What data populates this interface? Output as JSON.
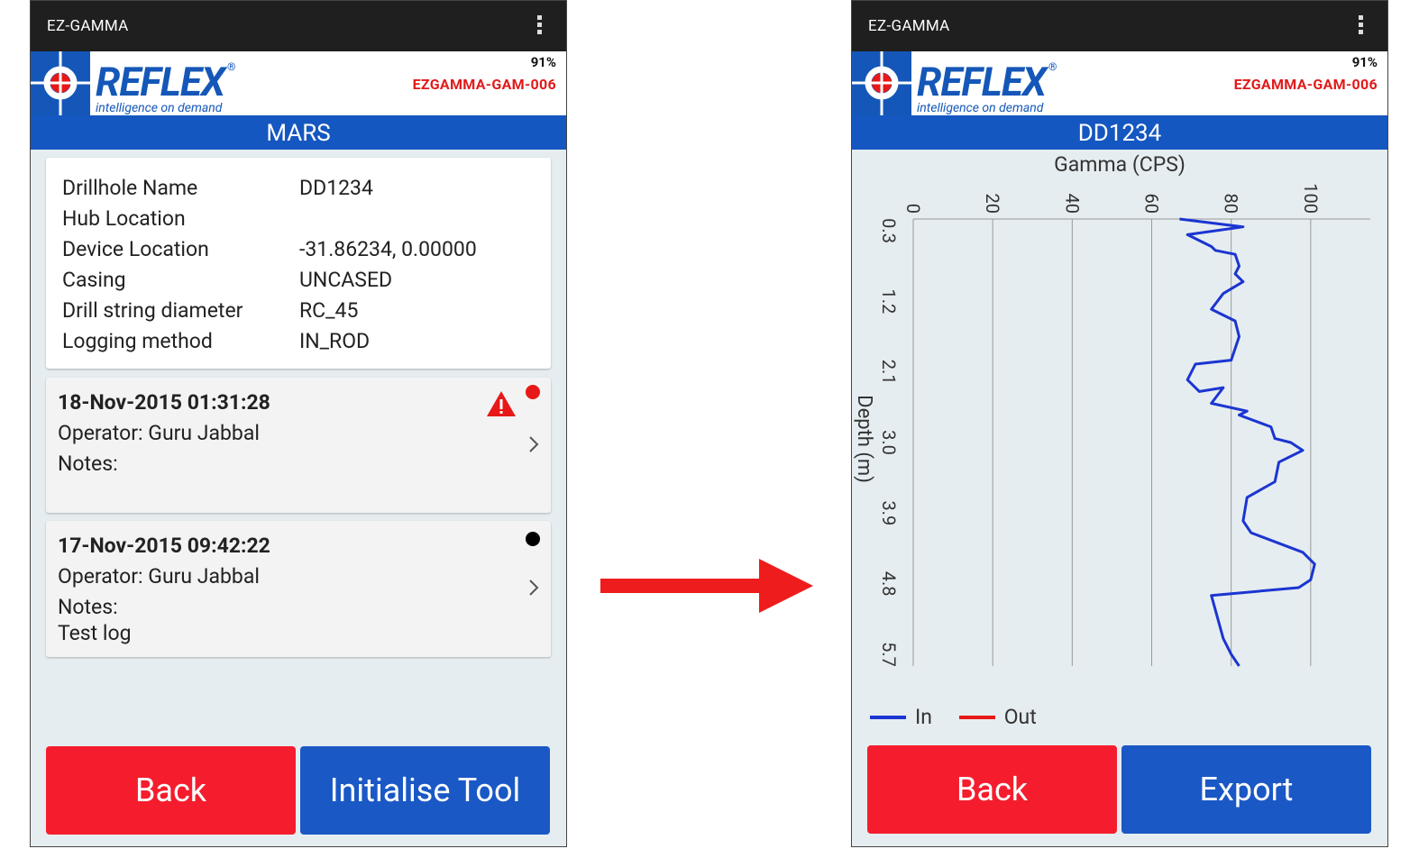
{
  "left": {
    "app_title": "EZ-GAMMA",
    "brand": {
      "name": "REFLEX",
      "reg": "®",
      "tagline": "intelligence on demand"
    },
    "battery": "91%",
    "tool_id": "EZGAMMA-GAM-006",
    "header": "MARS",
    "info": [
      {
        "label": "Drillhole Name",
        "value": "DD1234"
      },
      {
        "label": "Hub Location",
        "value": ""
      },
      {
        "label": "Device Location",
        "value": "-31.86234, 0.00000"
      },
      {
        "label": "Casing",
        "value": "UNCASED"
      },
      {
        "label": "Drill string diameter",
        "value": "RC_45"
      },
      {
        "label": "Logging method",
        "value": "IN_ROD"
      }
    ],
    "logs": [
      {
        "date": "18-Nov-2015 01:31:28",
        "operator": "Operator: Guru Jabbal",
        "notes_label": "Notes:",
        "notes": "",
        "status_color": "#e81818",
        "warning": true
      },
      {
        "date": "17-Nov-2015 09:42:22",
        "operator": "Operator: Guru Jabbal",
        "notes_label": "Notes:",
        "notes": "Test log",
        "status_color": "#000000",
        "warning": false
      }
    ],
    "buttons": {
      "back": "Back",
      "initialise": "Initialise Tool"
    }
  },
  "arrow_color": "#ee1c1c",
  "right": {
    "app_title": "EZ-GAMMA",
    "brand": {
      "name": "REFLEX",
      "reg": "®",
      "tagline": "intelligence on demand"
    },
    "battery": "91%",
    "tool_id": "EZGAMMA-GAM-006",
    "header": "DD1234",
    "buttons": {
      "back": "Back",
      "export": "Export"
    }
  },
  "chart_data": {
    "type": "line",
    "title": "Gamma (CPS)",
    "xlabel": "Gamma (CPS)",
    "ylabel": "Depth (m)",
    "x_ticks": [
      "0",
      "20",
      "40",
      "60",
      "80",
      "100"
    ],
    "y_ticks": [
      "0.3",
      "1.2",
      "2.1",
      "3.0",
      "3.9",
      "4.8",
      "5.7"
    ],
    "xlim": [
      0,
      115
    ],
    "ylim": [
      0.15,
      5.85
    ],
    "orientation": "x-top, depth increasing downward, labels rotated",
    "grid": true,
    "legend": {
      "placement": "bottom-left",
      "entries": [
        {
          "name": "In",
          "color": "#1b35d1"
        },
        {
          "name": "Out",
          "color": "#e81818"
        }
      ]
    },
    "series": [
      {
        "name": "In",
        "color": "#1b35d1",
        "points": [
          [
            67,
            0.15
          ],
          [
            83,
            0.25
          ],
          [
            69,
            0.35
          ],
          [
            75,
            0.5
          ],
          [
            76,
            0.55
          ],
          [
            81,
            0.6
          ],
          [
            82,
            0.75
          ],
          [
            81,
            0.85
          ],
          [
            83,
            0.95
          ],
          [
            78,
            1.1
          ],
          [
            75,
            1.3
          ],
          [
            81,
            1.45
          ],
          [
            82,
            1.65
          ],
          [
            80,
            1.95
          ],
          [
            71,
            2.0
          ],
          [
            69,
            2.2
          ],
          [
            72,
            2.35
          ],
          [
            78,
            2.3
          ],
          [
            75,
            2.5
          ],
          [
            84,
            2.6
          ],
          [
            82,
            2.65
          ],
          [
            90,
            2.8
          ],
          [
            91,
            2.95
          ],
          [
            95,
            3.0
          ],
          [
            98,
            3.1
          ],
          [
            92,
            3.25
          ],
          [
            91,
            3.5
          ],
          [
            84,
            3.7
          ],
          [
            83,
            4.0
          ],
          [
            85,
            4.15
          ],
          [
            98,
            4.4
          ],
          [
            101,
            4.55
          ],
          [
            100,
            4.75
          ],
          [
            97,
            4.85
          ],
          [
            75,
            4.95
          ],
          [
            78,
            5.5
          ],
          [
            80,
            5.7
          ],
          [
            82,
            5.85
          ]
        ]
      }
    ]
  }
}
